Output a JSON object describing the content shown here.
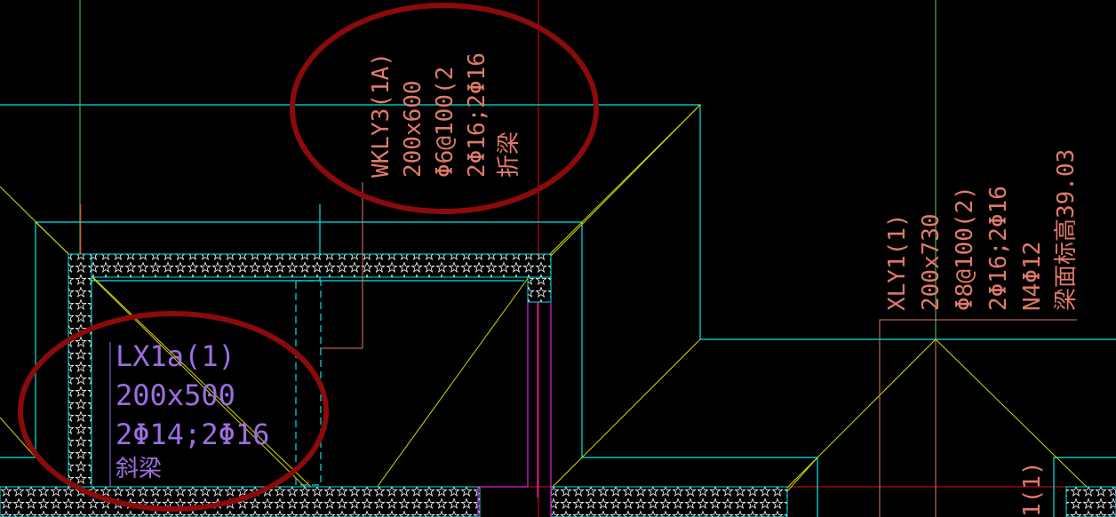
{
  "drawing": {
    "colors": {
      "background": "#000000",
      "cyan": "#00e5e5",
      "yellow": "#e6e600",
      "red": "#e01010",
      "label_red": "#e07a6a",
      "purple": "#9b6fe0",
      "magenta": "#e020e0",
      "green_axis": "#60d060",
      "ellipse": "#8b0a0a",
      "hatch": "#ffffff"
    },
    "beams": [
      {
        "id": "wkly3",
        "lines": [
          "WKLY3(1A)",
          "200x600",
          "Φ6@100(2",
          "2Φ16;2Φ16",
          "折梁"
        ]
      },
      {
        "id": "lx1a",
        "lines": [
          "LX1a(1)",
          "200x500",
          "2Φ14;2Φ16",
          "斜梁"
        ]
      },
      {
        "id": "xly1",
        "lines": [
          "XLY1(1)",
          "200x730",
          "Φ8@100(2)",
          "2Φ16;2Φ16",
          "N4Φ12",
          "梁面标高39.03"
        ]
      }
    ],
    "partial_labels": [
      "1(1)"
    ]
  }
}
